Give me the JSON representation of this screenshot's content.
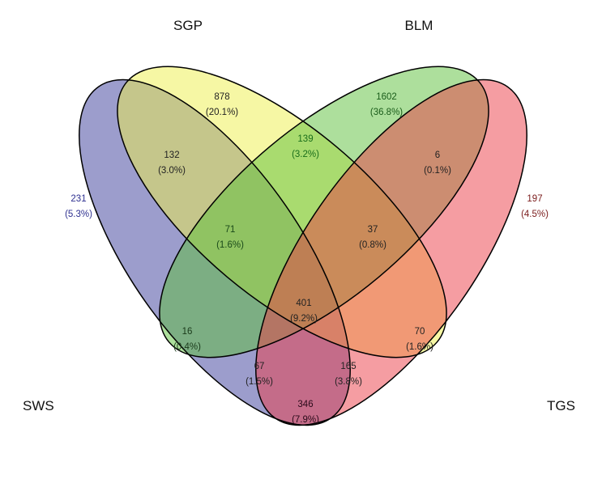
{
  "sets": [
    {
      "id": "SWS",
      "label": "SWS",
      "color": "#3a3c9a"
    },
    {
      "id": "SGP",
      "label": "SGP",
      "color": "#eef04a"
    },
    {
      "id": "BLM",
      "label": "BLM",
      "color": "#5cc03a"
    },
    {
      "id": "TGS",
      "label": "TGS",
      "color": "#ec3b45"
    }
  ],
  "regions": [
    {
      "sets": [
        "SWS"
      ],
      "count": "231",
      "percent": "(5.3%)",
      "text_color": "#2e3090"
    },
    {
      "sets": [
        "SGP"
      ],
      "count": "878",
      "percent": "(20.1%)",
      "text_color": "#222222"
    },
    {
      "sets": [
        "BLM"
      ],
      "count": "1602",
      "percent": "(36.8%)",
      "text_color": "#1a5c1a"
    },
    {
      "sets": [
        "TGS"
      ],
      "count": "197",
      "percent": "(4.5%)",
      "text_color": "#7a1a1a"
    },
    {
      "sets": [
        "SWS",
        "SGP"
      ],
      "count": "132",
      "percent": "(3.0%)",
      "text_color": "#222222"
    },
    {
      "sets": [
        "SGP",
        "BLM"
      ],
      "count": "139",
      "percent": "(3.2%)",
      "text_color": "#1a6e1a"
    },
    {
      "sets": [
        "BLM",
        "TGS"
      ],
      "count": "6",
      "percent": "(0.1%)",
      "text_color": "#222222"
    },
    {
      "sets": [
        "SWS",
        "SGP",
        "BLM"
      ],
      "count": "71",
      "percent": "(1.6%)",
      "text_color": "#1a4a1a"
    },
    {
      "sets": [
        "SGP",
        "BLM",
        "TGS"
      ],
      "count": "37",
      "percent": "(0.8%)",
      "text_color": "#222222"
    },
    {
      "sets": [
        "SWS",
        "SGP",
        "BLM",
        "TGS"
      ],
      "count": "401",
      "percent": "(9.2%)",
      "text_color": "#222222"
    },
    {
      "sets": [
        "SWS",
        "BLM"
      ],
      "count": "16",
      "percent": "(0.4%)",
      "text_color": "#1a3a1a"
    },
    {
      "sets": [
        "SGP",
        "TGS"
      ],
      "count": "70",
      "percent": "(1.6%)",
      "text_color": "#222222"
    },
    {
      "sets": [
        "SWS",
        "BLM",
        "TGS"
      ],
      "count": "67",
      "percent": "(1.5%)",
      "text_color": "#222222"
    },
    {
      "sets": [
        "SWS",
        "SGP",
        "TGS"
      ],
      "count": "165",
      "percent": "(3.8%)",
      "text_color": "#222222"
    },
    {
      "sets": [
        "SWS",
        "TGS"
      ],
      "count": "346",
      "percent": "(7.9%)",
      "text_color": "#2a0a1a"
    }
  ]
}
